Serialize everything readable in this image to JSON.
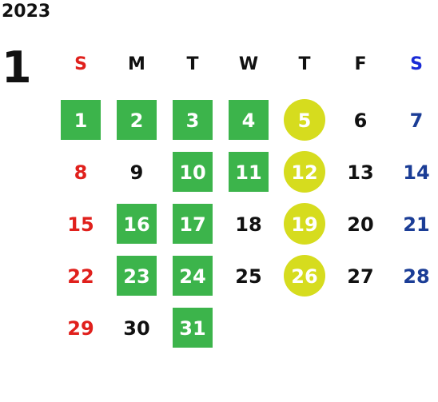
{
  "calendar": {
    "year": "2023",
    "month": "1",
    "weekday_headers": [
      "S",
      "M",
      "T",
      "W",
      "T",
      "F",
      "S"
    ],
    "colors": {
      "sunday": "#e0201c",
      "saturday_header": "#1a2bd6",
      "saturday": "#1b3d96",
      "weekday": "#111111",
      "highlight_box": "#3cb44b",
      "highlight_circle": "#d6dc1e",
      "highlight_text": "#ffffff"
    },
    "weeks": [
      [
        {
          "d": "1",
          "mark": "box"
        },
        {
          "d": "2",
          "mark": "box"
        },
        {
          "d": "3",
          "mark": "box"
        },
        {
          "d": "4",
          "mark": "box"
        },
        {
          "d": "5",
          "mark": "circle"
        },
        {
          "d": "6",
          "mark": ""
        },
        {
          "d": "7",
          "mark": ""
        }
      ],
      [
        {
          "d": "8",
          "mark": ""
        },
        {
          "d": "9",
          "mark": ""
        },
        {
          "d": "10",
          "mark": "box"
        },
        {
          "d": "11",
          "mark": "box"
        },
        {
          "d": "12",
          "mark": "circle"
        },
        {
          "d": "13",
          "mark": ""
        },
        {
          "d": "14",
          "mark": ""
        }
      ],
      [
        {
          "d": "15",
          "mark": ""
        },
        {
          "d": "16",
          "mark": "box"
        },
        {
          "d": "17",
          "mark": "box"
        },
        {
          "d": "18",
          "mark": ""
        },
        {
          "d": "19",
          "mark": "circle"
        },
        {
          "d": "20",
          "mark": ""
        },
        {
          "d": "21",
          "mark": ""
        }
      ],
      [
        {
          "d": "22",
          "mark": ""
        },
        {
          "d": "23",
          "mark": "box"
        },
        {
          "d": "24",
          "mark": "box"
        },
        {
          "d": "25",
          "mark": ""
        },
        {
          "d": "26",
          "mark": "circle"
        },
        {
          "d": "27",
          "mark": ""
        },
        {
          "d": "28",
          "mark": ""
        }
      ],
      [
        {
          "d": "29",
          "mark": ""
        },
        {
          "d": "30",
          "mark": ""
        },
        {
          "d": "31",
          "mark": "box"
        },
        {
          "d": "",
          "mark": ""
        },
        {
          "d": "",
          "mark": ""
        },
        {
          "d": "",
          "mark": ""
        },
        {
          "d": "",
          "mark": ""
        }
      ]
    ]
  }
}
